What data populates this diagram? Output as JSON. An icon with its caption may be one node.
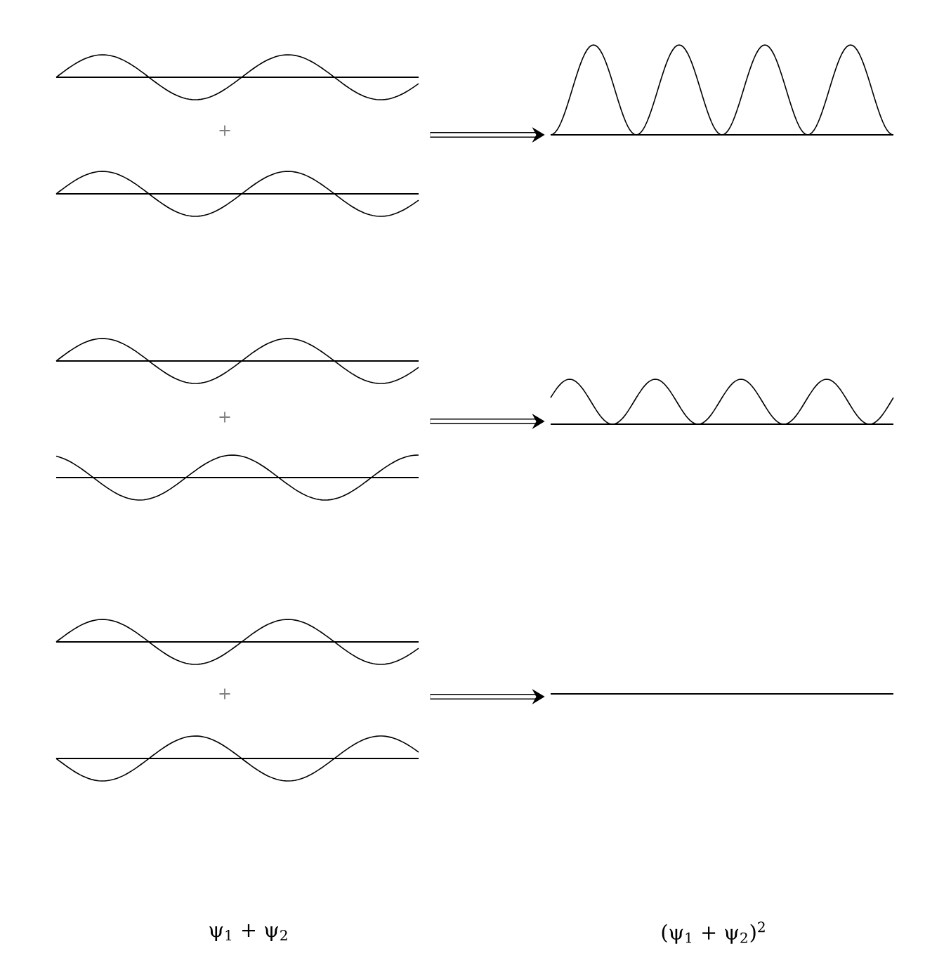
{
  "diagram": {
    "nodes": [
      {
        "text": [],
        "shape": "picture"
      },
      {
        "text": [],
        "shape": "picture"
      },
      {
        "text": [],
        "shape": "picture"
      },
      {
        "text": [],
        "shape": "picture"
      },
      {
        "text": [],
        "shape": "picture"
      },
      {
        "text": [],
        "shape": "picture"
      }
    ],
    "edges": [
      {
        "from": 0,
        "to": 1,
        "arrow": "to"
      },
      {
        "from": 2,
        "to": 3,
        "arrow": "to"
      },
      {
        "from": 4,
        "to": 5,
        "arrow": "to"
      }
    ],
    "labels": [
      "+",
      "+",
      "+",
      "ψ$_{1}$ + ψ$_{2}$",
      "(ψ$_{1}$ + ψ$_{2}$)$^{2}$"
    ]
  }
}
